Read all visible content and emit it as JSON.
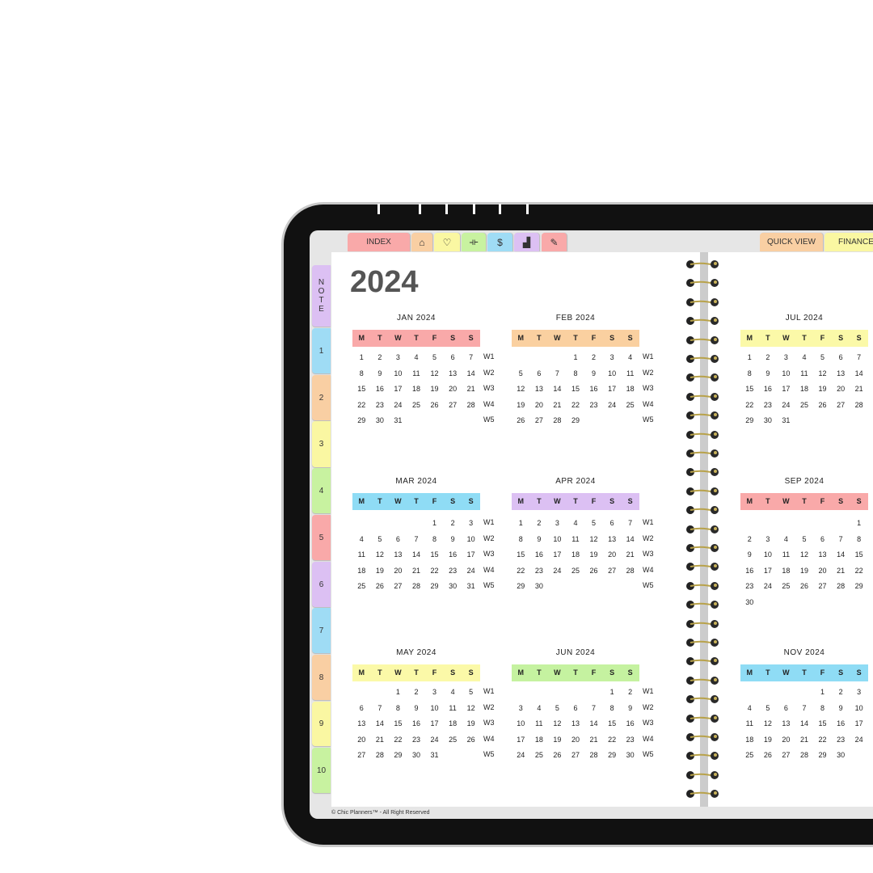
{
  "top_tabs": {
    "left": [
      {
        "label": "INDEX",
        "icon": null,
        "color": "#f9a9a9"
      },
      {
        "label": "",
        "icon": "home-icon",
        "color": "#f9cfa3"
      },
      {
        "label": "",
        "icon": "heart-icon",
        "color": "#faf7a2"
      },
      {
        "label": "",
        "icon": "dumbbell-icon",
        "color": "#c8f2a0"
      },
      {
        "label": "",
        "icon": "money-hand-icon",
        "color": "#9fdcf5"
      },
      {
        "label": "",
        "icon": "growth-chart-icon",
        "color": "#dcc0f3"
      },
      {
        "label": "",
        "icon": "note-edit-icon",
        "color": "#f9a9a9"
      }
    ],
    "right": [
      {
        "label": "QUICK VIEW",
        "color": "#f9cfa3"
      },
      {
        "label": "FINANCE",
        "color": "#faf7a2"
      }
    ]
  },
  "side_tabs": [
    {
      "label": "N O T E",
      "color": "#dcc0f3"
    },
    {
      "label": "1",
      "color": "#9fdcf5"
    },
    {
      "label": "2",
      "color": "#f9cfa3"
    },
    {
      "label": "3",
      "color": "#faf7a2"
    },
    {
      "label": "4",
      "color": "#c8f2a0"
    },
    {
      "label": "5",
      "color": "#f9a9a9"
    },
    {
      "label": "6",
      "color": "#dcc0f3"
    },
    {
      "label": "7",
      "color": "#9fdcf5"
    },
    {
      "label": "8",
      "color": "#f9cfa3"
    },
    {
      "label": "9",
      "color": "#faf7a2"
    },
    {
      "label": "10",
      "color": "#c8f2a0"
    }
  ],
  "year": "2024",
  "weekday_headers": [
    "M",
    "T",
    "W",
    "T",
    "F",
    "S",
    "S"
  ],
  "week_labels": [
    "W1",
    "W2",
    "W3",
    "W4",
    "W5"
  ],
  "months": [
    {
      "title": "JAN 2024",
      "color": "#f9a9a9",
      "show_weeks": true,
      "weeks": [
        [
          1,
          2,
          3,
          4,
          5,
          6,
          7
        ],
        [
          8,
          9,
          10,
          11,
          12,
          13,
          14
        ],
        [
          15,
          16,
          17,
          18,
          19,
          20,
          21
        ],
        [
          22,
          23,
          24,
          25,
          26,
          27,
          28
        ],
        [
          29,
          30,
          31,
          null,
          null,
          null,
          null
        ]
      ]
    },
    {
      "title": "FEB 2024",
      "color": "#fad0a0",
      "show_weeks": true,
      "weeks": [
        [
          null,
          null,
          null,
          1,
          2,
          3,
          4
        ],
        [
          5,
          6,
          7,
          8,
          9,
          10,
          11
        ],
        [
          12,
          13,
          14,
          15,
          16,
          17,
          18
        ],
        [
          19,
          20,
          21,
          22,
          23,
          24,
          25
        ],
        [
          26,
          27,
          28,
          29,
          null,
          null,
          null
        ]
      ]
    },
    {
      "title": "MAR 2024",
      "color": "#8fdcf5",
      "show_weeks": true,
      "weeks": [
        [
          null,
          null,
          null,
          null,
          1,
          2,
          3
        ],
        [
          4,
          5,
          6,
          7,
          8,
          9,
          10
        ],
        [
          11,
          12,
          13,
          14,
          15,
          16,
          17
        ],
        [
          18,
          19,
          20,
          21,
          22,
          23,
          24
        ],
        [
          25,
          26,
          27,
          28,
          29,
          30,
          31
        ]
      ]
    },
    {
      "title": "APR 2024",
      "color": "#dcc0f3",
      "show_weeks": true,
      "weeks": [
        [
          1,
          2,
          3,
          4,
          5,
          6,
          7
        ],
        [
          8,
          9,
          10,
          11,
          12,
          13,
          14
        ],
        [
          15,
          16,
          17,
          18,
          19,
          20,
          21
        ],
        [
          22,
          23,
          24,
          25,
          26,
          27,
          28
        ],
        [
          29,
          30,
          null,
          null,
          null,
          null,
          null
        ]
      ]
    },
    {
      "title": "MAY 2024",
      "color": "#fbf9a8",
      "show_weeks": true,
      "weeks": [
        [
          null,
          null,
          1,
          2,
          3,
          4,
          5
        ],
        [
          6,
          7,
          8,
          9,
          10,
          11,
          12
        ],
        [
          13,
          14,
          15,
          16,
          17,
          18,
          19
        ],
        [
          20,
          21,
          22,
          23,
          24,
          25,
          26
        ],
        [
          27,
          28,
          29,
          30,
          31,
          null,
          null
        ]
      ]
    },
    {
      "title": "JUN 2024",
      "color": "#c5f2a0",
      "show_weeks": true,
      "weeks": [
        [
          null,
          null,
          null,
          null,
          null,
          1,
          2
        ],
        [
          3,
          4,
          5,
          6,
          7,
          8,
          9
        ],
        [
          10,
          11,
          12,
          13,
          14,
          15,
          16
        ],
        [
          17,
          18,
          19,
          20,
          21,
          22,
          23
        ],
        [
          24,
          25,
          26,
          27,
          28,
          29,
          30
        ]
      ]
    },
    {
      "title": "JUL 2024",
      "color": "#fbf9a8",
      "show_weeks": false,
      "weeks": [
        [
          1,
          2,
          3,
          4,
          5,
          6,
          7
        ],
        [
          8,
          9,
          10,
          11,
          12,
          13,
          14
        ],
        [
          15,
          16,
          17,
          18,
          19,
          20,
          21
        ],
        [
          22,
          23,
          24,
          25,
          26,
          27,
          28
        ],
        [
          29,
          30,
          31,
          null,
          null,
          null,
          null
        ]
      ]
    },
    {
      "title": "SEP 2024",
      "color": "#f9a9a9",
      "show_weeks": false,
      "weeks": [
        [
          null,
          null,
          null,
          null,
          null,
          null,
          1
        ],
        [
          2,
          3,
          4,
          5,
          6,
          7,
          8
        ],
        [
          9,
          10,
          11,
          12,
          13,
          14,
          15
        ],
        [
          16,
          17,
          18,
          19,
          20,
          21,
          22
        ],
        [
          23,
          24,
          25,
          26,
          27,
          28,
          29
        ],
        [
          30,
          null,
          null,
          null,
          null,
          null,
          null
        ]
      ]
    },
    {
      "title": "NOV 2024",
      "color": "#8fdcf5",
      "show_weeks": false,
      "weeks": [
        [
          null,
          null,
          null,
          null,
          1,
          2,
          3
        ],
        [
          4,
          5,
          6,
          7,
          8,
          9,
          10
        ],
        [
          11,
          12,
          13,
          14,
          15,
          16,
          17
        ],
        [
          18,
          19,
          20,
          21,
          22,
          23,
          24
        ],
        [
          25,
          26,
          27,
          28,
          29,
          30,
          null
        ]
      ]
    }
  ],
  "footer": "© Chic Planners™ - All Right Reserved"
}
